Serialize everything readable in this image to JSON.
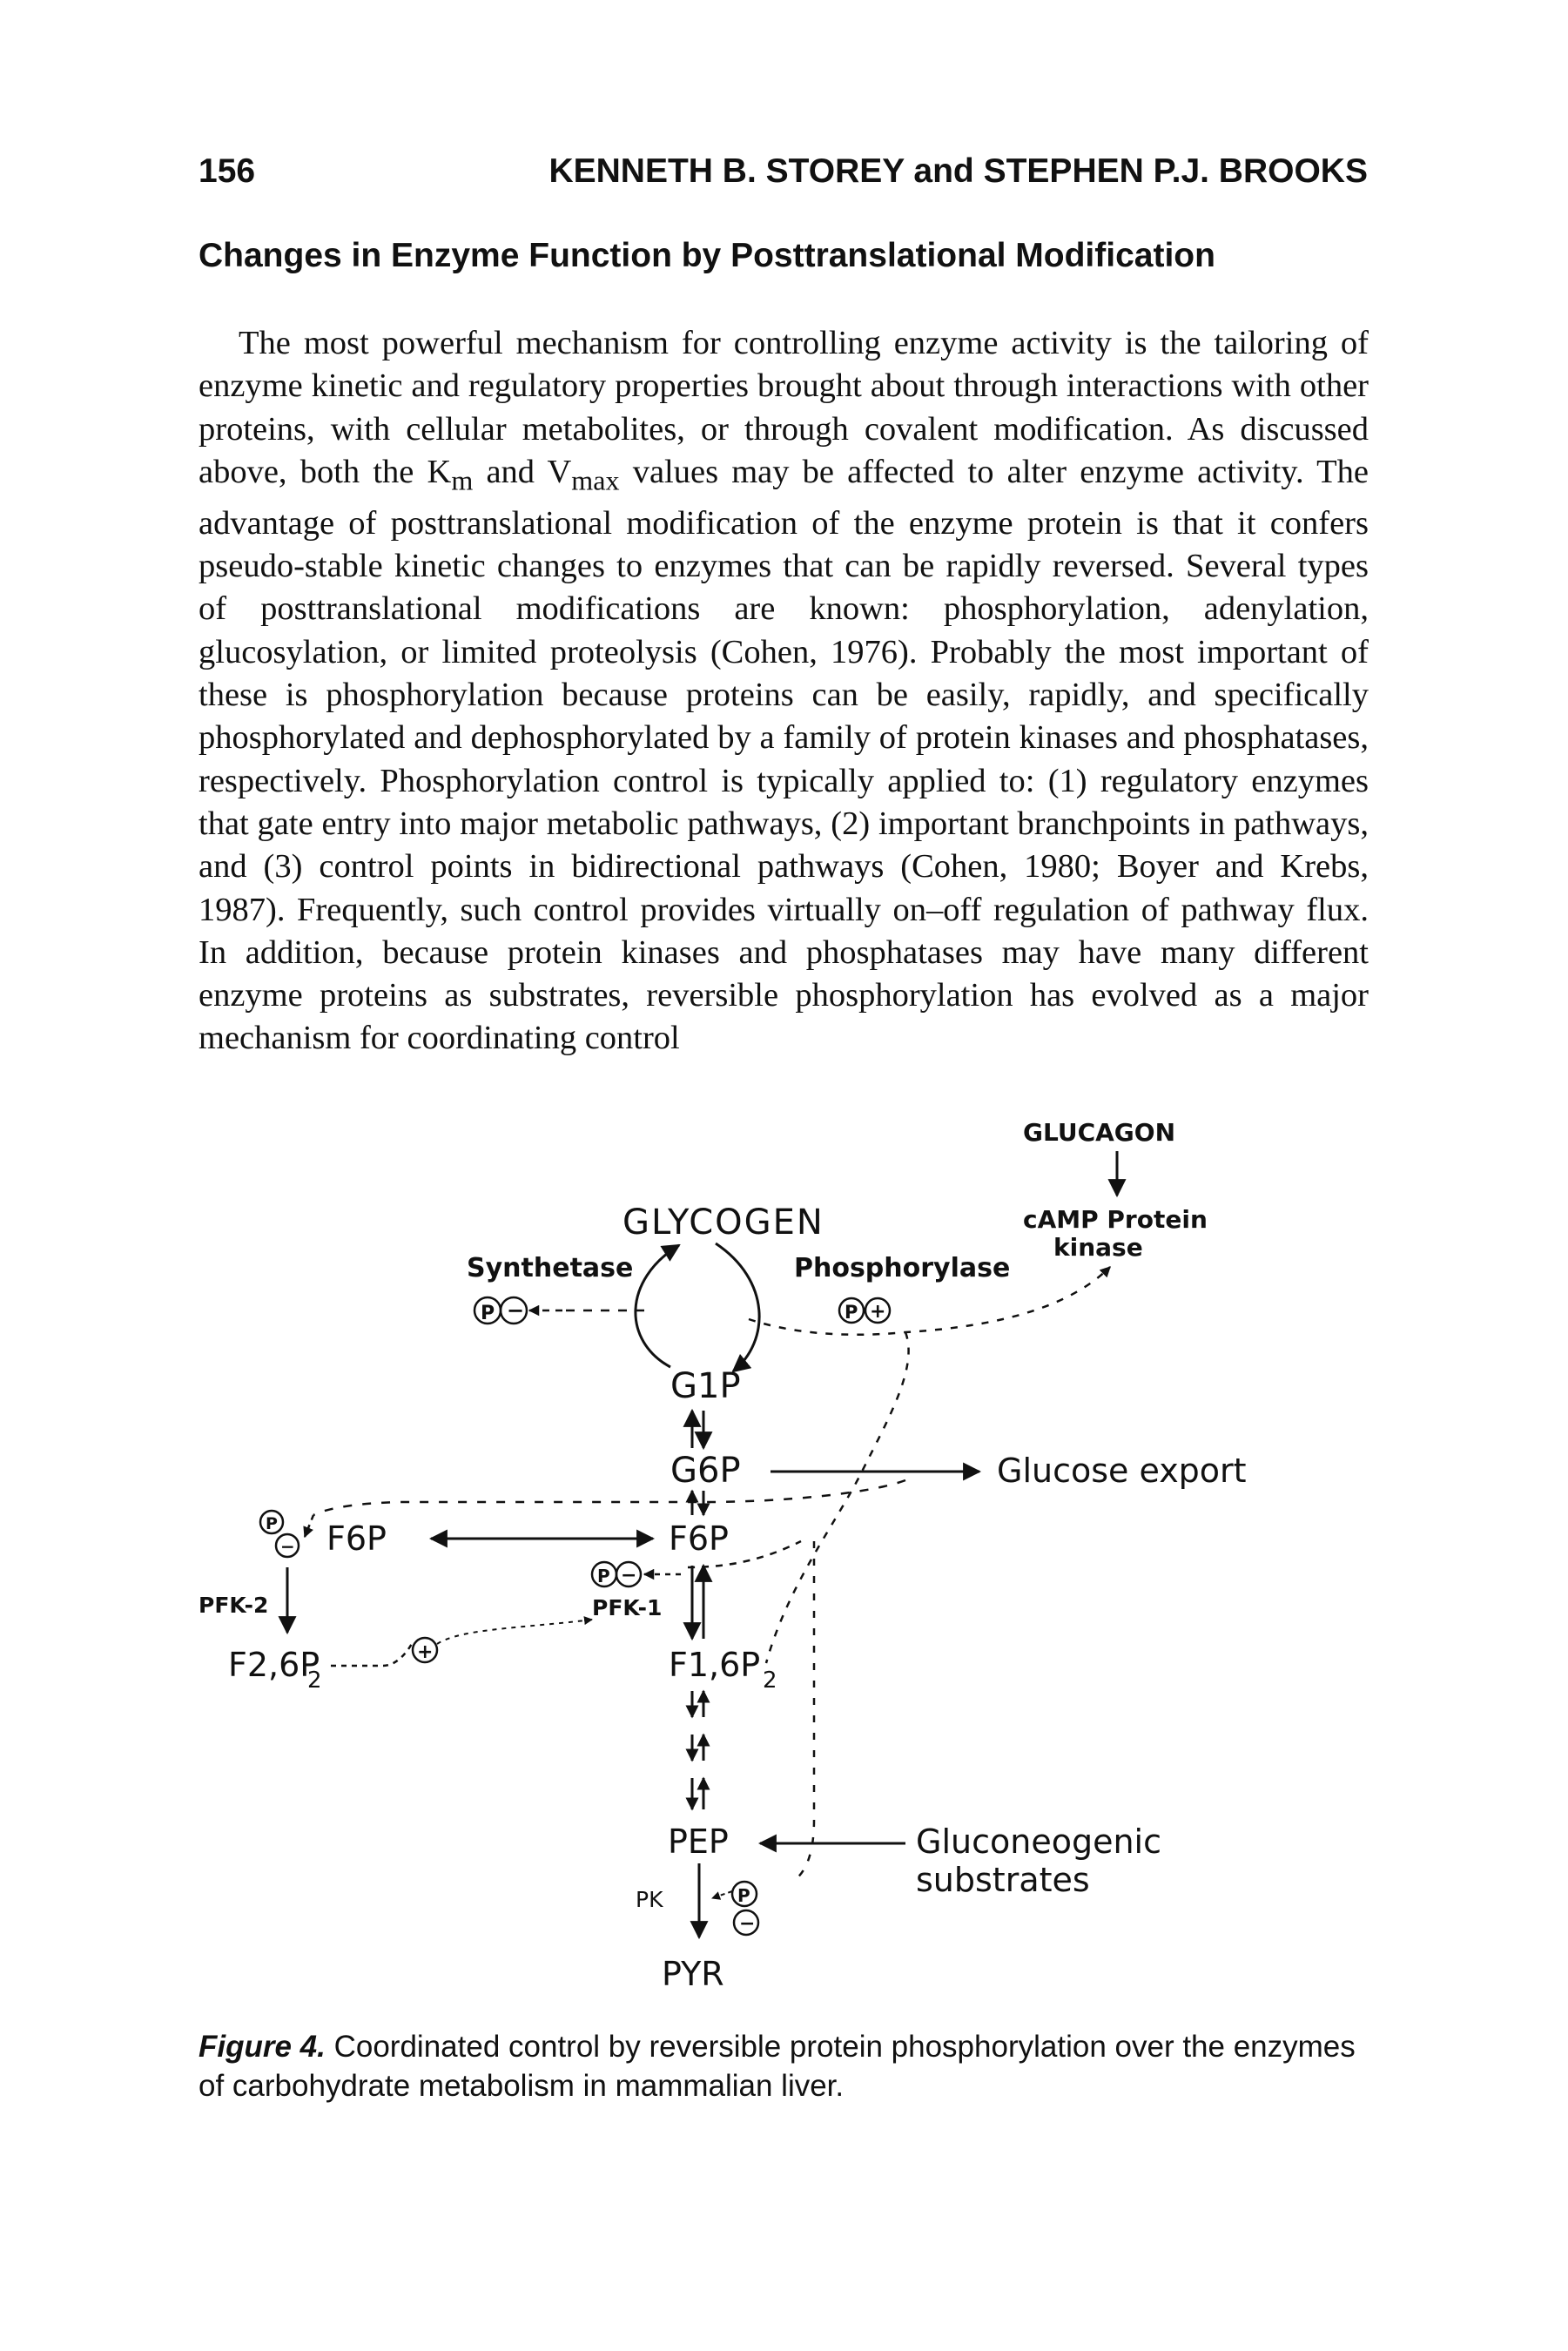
{
  "running_head": {
    "page_number": "156",
    "authors": "KENNETH B. STOREY and STEPHEN P.J. BROOKS"
  },
  "section_heading": "Changes in Enzyme Function by Posttranslational Modification",
  "paragraph": {
    "p1": "The most powerful mechanism for controlling enzyme activity is the tailoring of enzyme kinetic and regulatory properties brought about through interactions with other proteins, with cellular metabolites, or through covalent modification. As discussed above, both the K",
    "km_sub": "m",
    "p2": " and V",
    "vmax_sub": "max",
    "p3": " values may be affected to alter enzyme activity. The advantage of posttranslational modification of the enzyme protein is that it confers pseudo-stable kinetic changes to enzymes that can be rapidly reversed. Several types of posttranslational modifications are known: phosphorylation, adenylation, glucosylation, or limited proteolysis (Cohen, 1976). Probably the most important of these is phosphorylation because proteins can be easily, rapidly, and specifically phosphorylated and dephosphorylated by a family of protein kinases and phosphatases, respectively. Phosphorylation control is typically applied to: (1) regulatory enzymes that gate entry into major metabolic pathways, (2) important branchpoints in pathways, and (3) control points in bidirectional pathways (Cohen, 1980; Boyer and Krebs, 1987). Frequently, such control provides virtually on–off regulation of pathway flux. In addition, because protein kinases and phosphatases may have many different enzyme proteins as substrates, reversible phosphorylation has evolved as a major mechanism for coordinating control"
  },
  "figure": {
    "glucagon": "GLUCAGON",
    "camp_protein": "cAMP Protein",
    "kinase": "kinase",
    "glycogen": "GLYCOGEN",
    "synthetase": "Synthetase",
    "phosphorylase": "Phosphorylase",
    "g1p": "G1P",
    "g6p": "G6P",
    "glucose_export": "Glucose export",
    "f6p_left": "F6P",
    "f6p_right": "F6P",
    "pfk2": "PFK-2",
    "pfk1": "PFK-1",
    "f26p2": "F2,6P",
    "f16p2": "F1,6P",
    "sub2": "2",
    "pep": "PEP",
    "gluconeogenic": "Gluconeogenic",
    "substrates": "substrates",
    "pk": "PK",
    "pyr": "PYR",
    "p_symbol": "P",
    "minus_symbol": "−",
    "plus_symbol": "+"
  },
  "caption": {
    "label": "Figure 4.",
    "text": " Coordinated control by reversible protein phosphorylation over the enzymes of carbohydrate metabolism in mammalian liver."
  }
}
